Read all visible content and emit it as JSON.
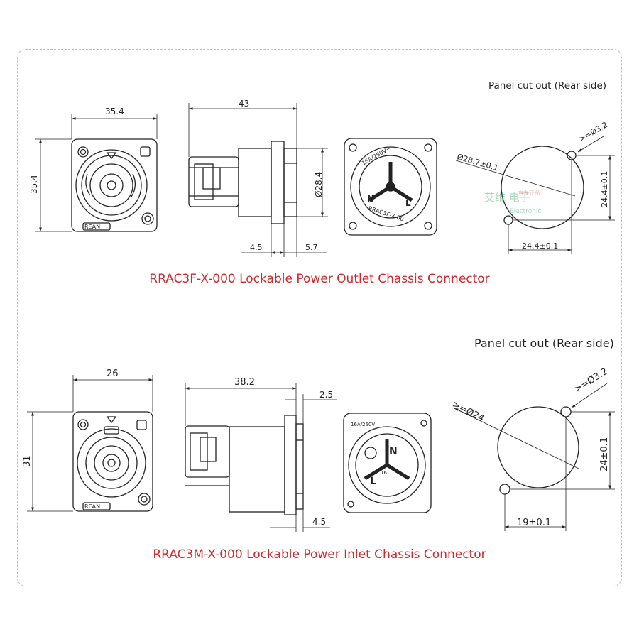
{
  "top": {
    "caption": "RRAC3F-X-000 Lockable Power Outlet Chassis Connector",
    "panel_label": "Panel cut out (Rear side)",
    "front_width": "35.4",
    "front_height": "35.4",
    "side_length": "43",
    "side_diameter": "Ø28.4",
    "side_left": "4.5",
    "side_right": "5.7",
    "rear_ring_text": "16A/250V~",
    "rear_model": "RRAC3F-X-00",
    "rear_n": "N",
    "rear_l": "L",
    "hole_dia": "Ø28.7±0.1",
    "screw": ">=Ø3.2",
    "spacing_v": "24.4±0.1",
    "spacing_h": "24.4±0.1",
    "front_logo": "REAN",
    "watermark_cn": "艾维 电子",
    "watermark_small": "官方·正品",
    "watermark_en": "Electronic"
  },
  "bottom": {
    "caption": "RRAC3M-X-000 Lockable Power Inlet Chassis Connector",
    "panel_label": "Panel cut out (Rear side)",
    "front_width": "26",
    "front_height": "31",
    "side_length": "38.2",
    "side_flange": "2.5",
    "side_bottom": "4.5",
    "rear_rating": "16A/250V",
    "rear_n": "N",
    "rear_l": "L",
    "rear_num": "16",
    "hole_dia": ">=Ø24",
    "screw": ">=Ø3.2",
    "spacing_v": "24±0.1",
    "spacing_h": "19±0.1",
    "front_logo": "REAN"
  },
  "colors": {
    "caption": "#d7262a",
    "line": "#222222",
    "frame": "#bdbdbd"
  }
}
